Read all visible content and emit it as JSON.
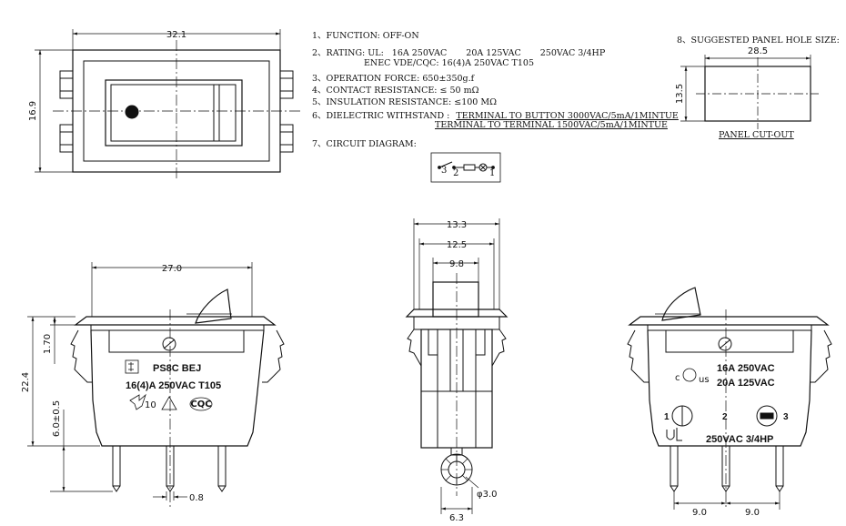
{
  "specs": {
    "function": "1、FUNCTION:    OFF-ON",
    "rating_label": "2、RATING:   UL:",
    "rating_ul_1": "16A  250VAC",
    "rating_ul_2": "20A  125VAC",
    "rating_ul_3": "250VAC  3/4HP",
    "rating_enec": "ENEC VDE/CQC:  16(4)A  250VAC  T105",
    "operation_force": "3、OPERATION FORCE: 650±350g.f",
    "contact_resistance": "4、CONTACT  RESISTANCE:   ≤ 50  mΩ",
    "insulation_resistance": "5、INSULATION  RESISTANCE:   ≤100  MΩ",
    "dielectric_label": "6、DIELECTRIC  WITHSTAND :",
    "dielectric_1": "TERMINAL  TO  BUTTON  3000VAC/5mA/1MINTUE",
    "dielectric_2": "TERMINAL  TO  TERMINAL  1500VAC/5mA/1MINTUE",
    "circuit_label": "7、CIRCUIT  DIAGRAM:",
    "panel_label": "8、SUGGESTED  PANEL  HOLE  SIZE:",
    "panel_cutout": "PANEL  CUT-OUT"
  },
  "circuit": {
    "t3": "3",
    "t2": "2",
    "t1": "1"
  },
  "dims": {
    "top_width": "32.1",
    "top_height": "16.9",
    "panel_width": "28.5",
    "panel_height": "13.5",
    "front_width": "27.0",
    "front_flange": "1.70",
    "front_height": "22.4",
    "front_pin": "6.0±0.5",
    "front_pin_width": "0.8",
    "side_w1": "13.3",
    "side_w2": "12.5",
    "side_w3": "9.8",
    "side_diam": "φ3.0",
    "side_bottom": "6.3",
    "rear_pitch_1": "9.0",
    "rear_pitch_2": "9.0"
  },
  "front_marks": {
    "model": "PS8C   BEJ",
    "rating": "16(4)A 250VAC T105",
    "cert_10": "10",
    "cert_cqc": "CQC"
  },
  "rear_marks": {
    "ul_c": "c",
    "ul_us": "us",
    "rating_1": "16A 250VAC",
    "rating_2": "20A 125VAC",
    "pin_1": "1",
    "pin_2": "2",
    "pin_3": "3",
    "hp": "250VAC 3/4HP"
  }
}
